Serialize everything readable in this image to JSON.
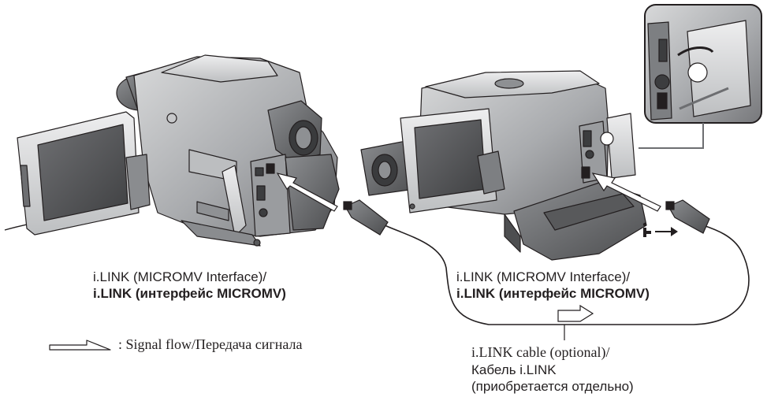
{
  "labels": {
    "left_line1": "i.LINK (MICROMV Interface)/",
    "left_line2": "i.LINK (интерфейс MICROMV)",
    "right_line1": "i.LINK (MICROMV Interface)/",
    "right_line2": "i.LINK (интерфейс MICROMV)",
    "cable_line1": "i.LINK cable (optional)/",
    "cable_line2": "Кабель i.LINK",
    "cable_line3": "(приобретается отдельно)"
  },
  "legend": {
    "text": ": Signal flow/Передача сигнала"
  },
  "colors": {
    "line": "#231f20",
    "body_dark": "#6d6e71",
    "body_mid": "#a7a9ac",
    "body_light": "#d1d3d4",
    "screen": "#58595b"
  },
  "icons": [
    "camcorder-left",
    "camcorder-right",
    "inset-connector-detail",
    "ilink-plug",
    "signal-flow-arrow",
    "ilink-symbol"
  ]
}
